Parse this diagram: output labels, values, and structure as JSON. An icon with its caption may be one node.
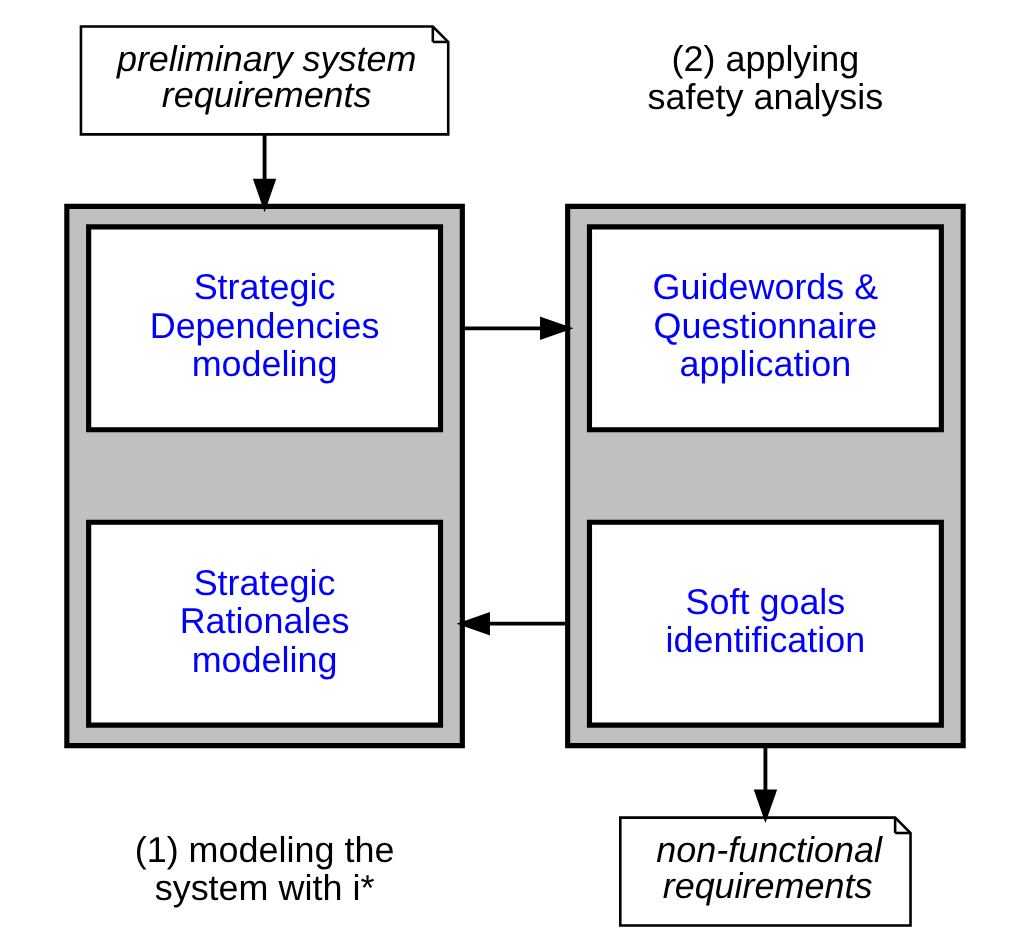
{
  "diagram": {
    "nodes": [
      {
        "text": [
          "preliminary system requirements"
        ]
      },
      {
        "text": [],
        "shape": "box",
        "beside": [
          "(1) modeling the system with i*"
        ]
      },
      {
        "text": [
          "Strategic Dependencies modeling"
        ],
        "in": 1
      },
      {
        "text": [
          "Strategic Rationales modeling"
        ],
        "in": 1
      },
      {
        "text": [],
        "shape": "box",
        "beside": [
          "(2) applying safety analysis"
        ]
      },
      {
        "text": [
          "Guidewords & Questionnaire application"
        ],
        "in": 4
      },
      {
        "text": [
          "Soft goals identification"
        ],
        "in": 4
      },
      {
        "text": [
          "non-functional requirements"
        ]
      }
    ],
    "edges": [
      {
        "from": 0,
        "to": 1,
        "arrow": "to"
      },
      {
        "from": 1,
        "to": 4,
        "arrow": "to"
      },
      {
        "from": 4,
        "to": 1,
        "arrow": "to"
      },
      {
        "from": 4,
        "to": 7,
        "arrow": "to"
      }
    ]
  }
}
